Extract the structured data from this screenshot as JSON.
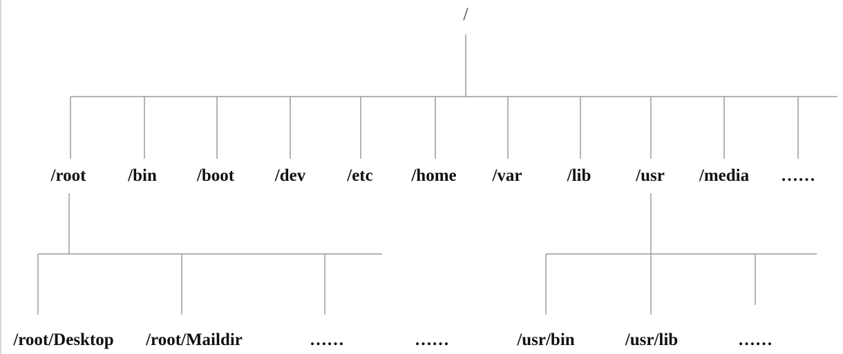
{
  "tree": {
    "root": "/",
    "level1": [
      "/root",
      "/bin",
      "/boot",
      "/dev",
      "/etc",
      "/home",
      "/var",
      "/lib",
      "/usr",
      "/media",
      "……"
    ],
    "root_children": [
      "/root/Desktop",
      "/root/Maildir",
      "……"
    ],
    "middle_ellipsis": "……",
    "usr_children": [
      "/usr/bin",
      "/usr/lib",
      "……"
    ]
  },
  "colors": {
    "line": "#9a9a9a",
    "text": "#111111",
    "background": "#ffffff"
  }
}
